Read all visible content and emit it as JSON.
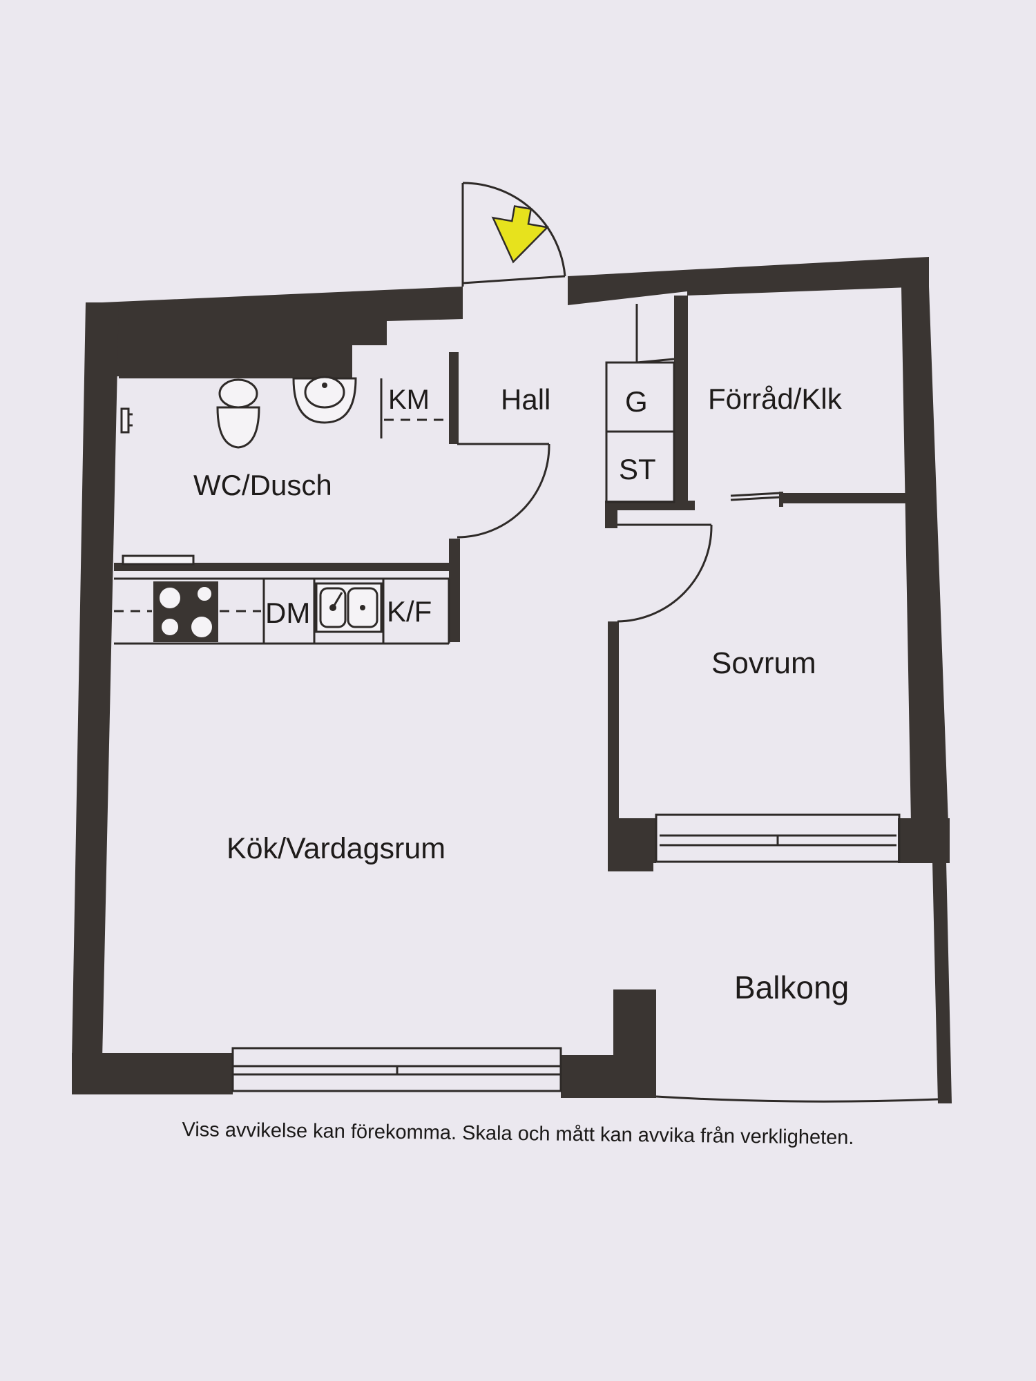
{
  "rooms": {
    "hall": "Hall",
    "km": "KM",
    "g": "G",
    "st": "ST",
    "forrad": "Förråd/Klk",
    "wc": "WC/Dusch",
    "dm": "DM",
    "kf": "K/F",
    "sovrum": "Sovrum",
    "kok": "Kök/Vardagsrum",
    "balkong": "Balkong"
  },
  "disclaimer": "Viss avvikelse kan förekomma. Skala och mått kan avvika från verkligheten.",
  "colors": {
    "wall": "#3a3532",
    "paper": "#ebe8ef",
    "entrance_arrow": "#e7e21d"
  },
  "icons": [
    "entrance-arrow-icon",
    "toilet-icon",
    "washbasin-icon",
    "stove-icon",
    "sink-icon"
  ]
}
